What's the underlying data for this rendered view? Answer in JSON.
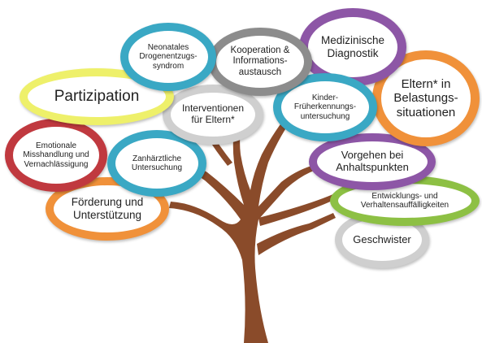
{
  "colors": {
    "trunk": "#8a4b2a",
    "teal": "#3aa8c4",
    "grey": "#8c8c8c",
    "purple": "#8d56a6",
    "orange": "#f0913a",
    "yellow": "#eef06a",
    "red": "#c0393f",
    "green": "#8dc044",
    "lightgrey": "#cfcfcf"
  },
  "nodes": {
    "partizipation": "Partizipation",
    "neonatales": "Neonatales Drogenentzugs-syndrom",
    "kooperation": "Kooperation & Informations-austausch",
    "medizinische": "Medizinische Diagnostik",
    "eltern_belastung": "Eltern* in Belastungs-situationen",
    "interventionen": "Interventionen für Eltern*",
    "kinder_frueh": "Kinder-Früherkennungs-untersuchung",
    "emotionale": "Emotionale Misshandlung und Vernachlässigung",
    "zahnaerztliche": "Zanhärztliche Untersuchung",
    "vorgehen": "Vorgehen bei Anhaltspunkten",
    "foerderung": "Förderung und Unterstützung",
    "entwicklung": "Entwicklungs- und Verhaltensauffälligkeiten",
    "geschwister": "Geschwister"
  }
}
